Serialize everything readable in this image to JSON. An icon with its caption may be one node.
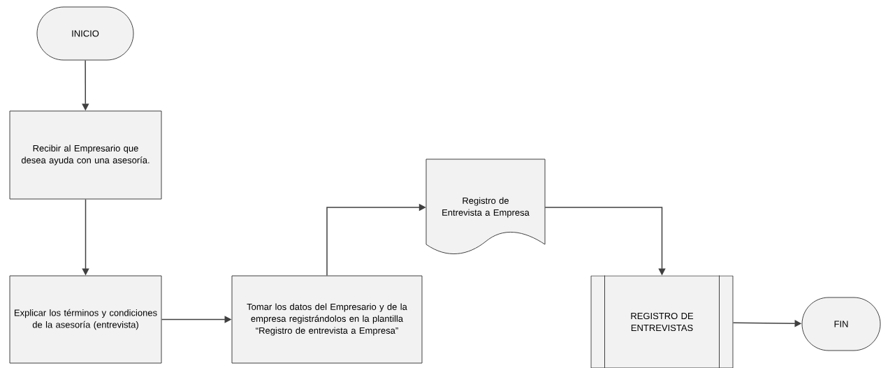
{
  "diagram": {
    "nodes": [
      {
        "text": [
          "INICIO"
        ]
      },
      {
        "text": [
          "Recibir al Empresario que desea ayuda con una asesoría."
        ]
      },
      {
        "text": [
          "Explicar los términos y condiciones de la asesoría (entrevista)"
        ]
      },
      {
        "text": [
          "Tomar los datos del Empresario y de la empresa registrándolos en la plantilla “Registro de entrevista a Empresa”"
        ]
      },
      {
        "text": [
          "Registro de Entrevista a Empresa"
        ]
      },
      {
        "text": [
          "REGISTRO DE ENTREVISTAS"
        ]
      },
      {
        "text": [
          "FIN"
        ]
      }
    ],
    "edges": [
      {
        "from": 0,
        "to": 1,
        "arrow": "to"
      },
      {
        "from": 1,
        "to": 2,
        "arrow": "to"
      },
      {
        "from": 2,
        "to": 3,
        "arrow": "to"
      },
      {
        "from": 3,
        "to": 4,
        "arrow": "to"
      },
      {
        "from": 4,
        "to": 5,
        "arrow": "to"
      },
      {
        "from": 5,
        "to": 6,
        "arrow": "to"
      }
    ]
  }
}
